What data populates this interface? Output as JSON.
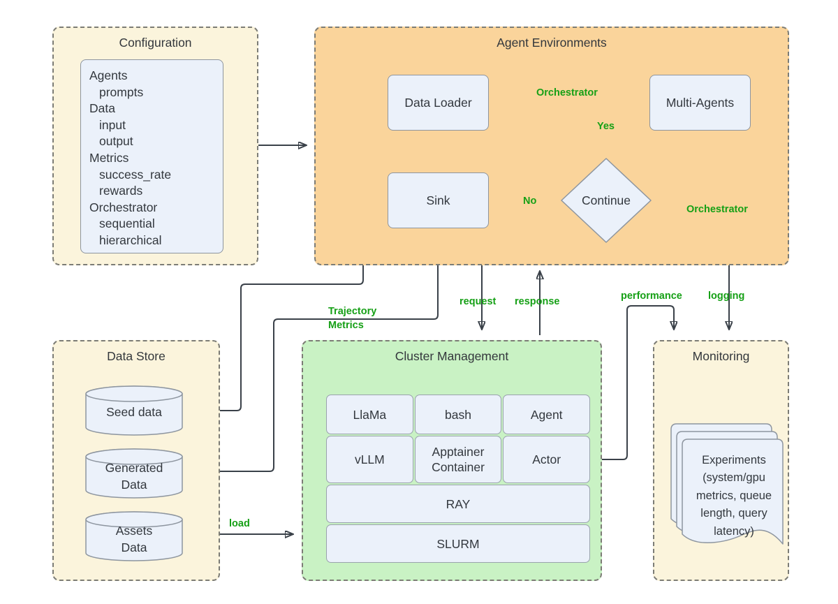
{
  "configuration": {
    "title": "Configuration",
    "items": [
      {
        "text": "Agents",
        "indent": 0
      },
      {
        "text": "prompts",
        "indent": 1
      },
      {
        "text": "Data",
        "indent": 0
      },
      {
        "text": "input",
        "indent": 1
      },
      {
        "text": "output",
        "indent": 1
      },
      {
        "text": "Metrics",
        "indent": 0
      },
      {
        "text": "success_rate",
        "indent": 1
      },
      {
        "text": "rewards",
        "indent": 1
      },
      {
        "text": "Orchestrator",
        "indent": 0
      },
      {
        "text": "sequential",
        "indent": 1
      },
      {
        "text": "hierarchical",
        "indent": 1
      }
    ]
  },
  "agent_environments": {
    "title": "Agent Environments",
    "nodes": {
      "data_loader": "Data Loader",
      "multi_agents": "Multi-Agents",
      "sink": "Sink",
      "continue_decision": "Continue"
    }
  },
  "data_store": {
    "title": "Data Store",
    "cylinders": [
      {
        "lines": [
          "Seed data"
        ]
      },
      {
        "lines": [
          "Generated",
          "Data"
        ]
      },
      {
        "lines": [
          "Assets",
          "Data"
        ]
      }
    ]
  },
  "cluster": {
    "title": "Cluster Management",
    "rows": [
      {
        "cells": [
          "LlaMa",
          "bash",
          "Agent"
        ]
      },
      {
        "cells": [
          "vLLM",
          "Apptainer Container",
          "Actor"
        ]
      },
      {
        "cells": [
          "RAY"
        ]
      },
      {
        "cells": [
          "SLURM"
        ]
      }
    ]
  },
  "monitoring": {
    "title": "Monitoring",
    "doc_lines": [
      "Experiments",
      "(system/gpu",
      "metrics, queue",
      "length, query",
      "latency)"
    ]
  },
  "labels": {
    "orchestrator_top": "Orchestrator",
    "yes": "Yes",
    "no": "No",
    "orchestrator_bottom": "Orchestrator",
    "trajectory_line1": "Trajectory",
    "trajectory_line2": "Metrics",
    "request": "request",
    "response": "response",
    "performance": "performance",
    "logging": "logging",
    "load": "load"
  },
  "colors": {
    "panel_cream": "#FBF4DC",
    "panel_orange": "#FAD49B",
    "panel_green": "#C9F2C4",
    "node_fill": "#EBF1FA",
    "node_border": "#8D959F",
    "dashed_border": "#7C7C75",
    "wire": "#3A4149",
    "label_green": "#16A016",
    "text": "#33383E"
  }
}
